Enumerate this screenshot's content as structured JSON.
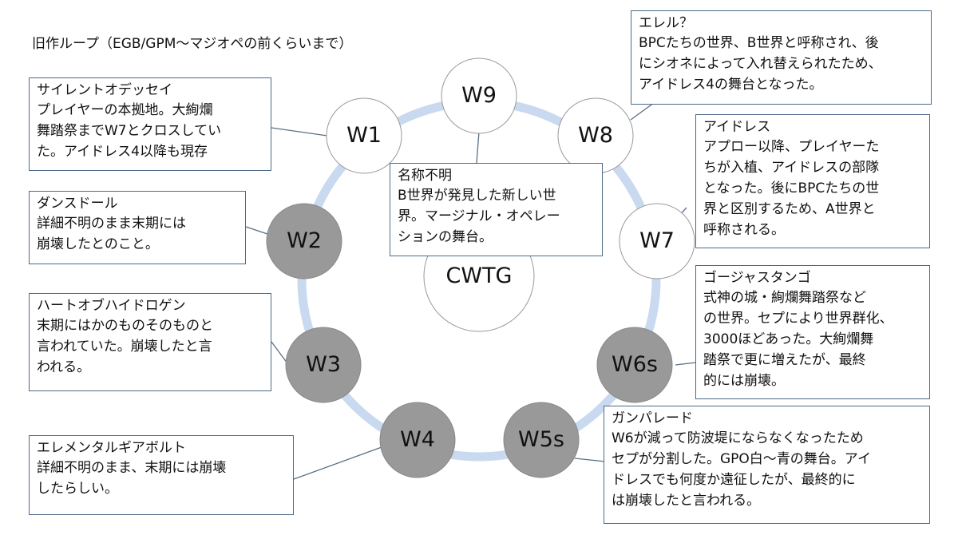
{
  "title": "旧作ループ（EGB/GPM～マジオペの前くらいまで）",
  "colors": {
    "ring": "#c9d9ef",
    "white_node": "#ffffff",
    "gray_node": "#999999",
    "border": "#4d6a86",
    "connector": "#5a6f86"
  },
  "center": {
    "label": "CWTG"
  },
  "nodes": [
    {
      "id": "w9",
      "label": "W9",
      "fill": "white"
    },
    {
      "id": "w1",
      "label": "W1",
      "fill": "white"
    },
    {
      "id": "w8",
      "label": "W8",
      "fill": "white"
    },
    {
      "id": "w7",
      "label": "W7",
      "fill": "white"
    },
    {
      "id": "w2",
      "label": "W2",
      "fill": "gray"
    },
    {
      "id": "w3",
      "label": "W3",
      "fill": "gray"
    },
    {
      "id": "w6s",
      "label": "W6s",
      "fill": "gray"
    },
    {
      "id": "w4",
      "label": "W4",
      "fill": "gray"
    },
    {
      "id": "w5s",
      "label": "W5s",
      "fill": "gray"
    }
  ],
  "boxes": [
    {
      "id": "w1",
      "title": "サイレントオデッセイ",
      "text": "プレイヤーの本拠地。大絢爛\n舞踏祭までW7とクロスしてい\nた。アイドレス4以降も現存"
    },
    {
      "id": "w2",
      "title": "ダンスドール",
      "text": "詳細不明のまま末期には\n崩壊したとのこと。"
    },
    {
      "id": "w3",
      "title": "ハートオブハイドロゲン",
      "text": "末期にはかのものそのものと\n言われていた。崩壊したと言\nわれる。"
    },
    {
      "id": "w4",
      "title": "エレメンタルギアボルト",
      "text": "詳細不明のまま、末期には崩壊\nしたらしい。"
    },
    {
      "id": "w9",
      "title": "名称不明",
      "text": "B世界が発見した新しい世\n界。マージナル・オペレー\nションの舞台。"
    },
    {
      "id": "w8",
      "title": "エレル？",
      "text": "BPCたちの世界、B世界と呼称され、後\nにシオネによって入れ替えられたため、\nアイドレス4の舞台となった。"
    },
    {
      "id": "w7",
      "title": "アイドレス",
      "text": "アプロー以降、プレイヤーた\nちが入植、アイドレスの部隊\nとなった。後にBPCたちの世\n界と区別するため、A世界と\n呼称される。"
    },
    {
      "id": "w6s",
      "title": "ゴージャスタンゴ",
      "text": "式神の城・絢爛舞踏祭など\nの世界。セプにより世界群化、\n3000ほどあった。大絢爛舞\n踏祭で更に増えたが、最終\n的には崩壊。"
    },
    {
      "id": "w5s",
      "title": "ガンパレード",
      "text": "W6が減って防波堤にならなくなったため\nセプが分割した。GPO白～青の舞台。アイ\nドレスでも何度か遠征したが、最終的に\nは崩壊したと言われる。"
    }
  ]
}
